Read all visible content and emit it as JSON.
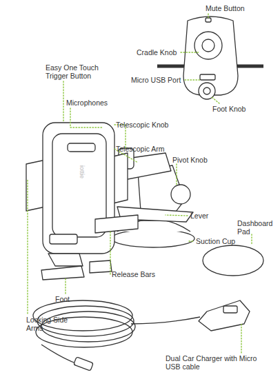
{
  "diagram": {
    "labels": [
      "Mute Button",
      "Cradle Knob",
      "Micro USB Port",
      "Foot Knob",
      "Easy One Touch Trigger Button",
      "Microphones",
      "Telescopic Knob",
      "Telescopic Arm",
      "Pivot Knob",
      "Lever",
      "Dashboard Pad",
      "Suction Cup",
      "Release Bars",
      "Foot",
      "Locking Side Arms",
      "Dual Car Charger with Micro USB cable",
      "iottie"
    ]
  }
}
